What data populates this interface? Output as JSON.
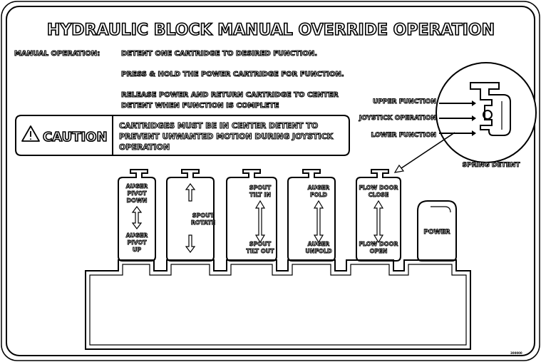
{
  "title": "HYDRAULIC BLOCK MANUAL OVERRIDE OPERATION",
  "instructions": {
    "label": "MANUAL OPERATION:",
    "step1": "DETENT ONE CARTRIDGE TO DESIRED FUNCTION.",
    "step2": "PRESS & HOLD THE POWER CARTRIDGE FOR FUNCTION.",
    "step3_line1": "RELEASE POWER AND RETURN CARTRIDGE TO CENTER",
    "step3_line2": "DETENT WHEN FUNCTION IS COMPLETE"
  },
  "caution": {
    "word": "CAUTION",
    "line1": "CARTRIDGES MUST BE IN CENTER DETENT TO",
    "line2": "PREVENT UNWANTED MOTION DURING JOYSTICK",
    "line3": "OPERATION"
  },
  "detent_callout": {
    "upper": "UPPER FUNCTION",
    "joystick": "JOYSTICK OPERATION",
    "lower": "LOWER FUNCTION",
    "title": "SPRING DETENT"
  },
  "cartridges": [
    {
      "top1": "AUGER",
      "top2": "PIVOT",
      "top3": "DOWN",
      "bot1": "AUGER",
      "bot2": "PIVOT",
      "bot3": "UP"
    },
    {
      "mid1": "SPOUT",
      "mid2": "ROTATE"
    },
    {
      "top1": "SPOUT",
      "top2": "TILT IN",
      "bot1": "SPOUT",
      "bot2": "TILT OUT"
    },
    {
      "top1": "AUGER",
      "top2": "FOLD",
      "bot1": "AUGER",
      "bot2": "UNFOLD"
    },
    {
      "top1": "FLOW DOOR",
      "top2": "CLOSE",
      "bot1": "FLOW DOOR",
      "bot2": "OPEN"
    }
  ],
  "power": "POWER",
  "part_number": "300000"
}
